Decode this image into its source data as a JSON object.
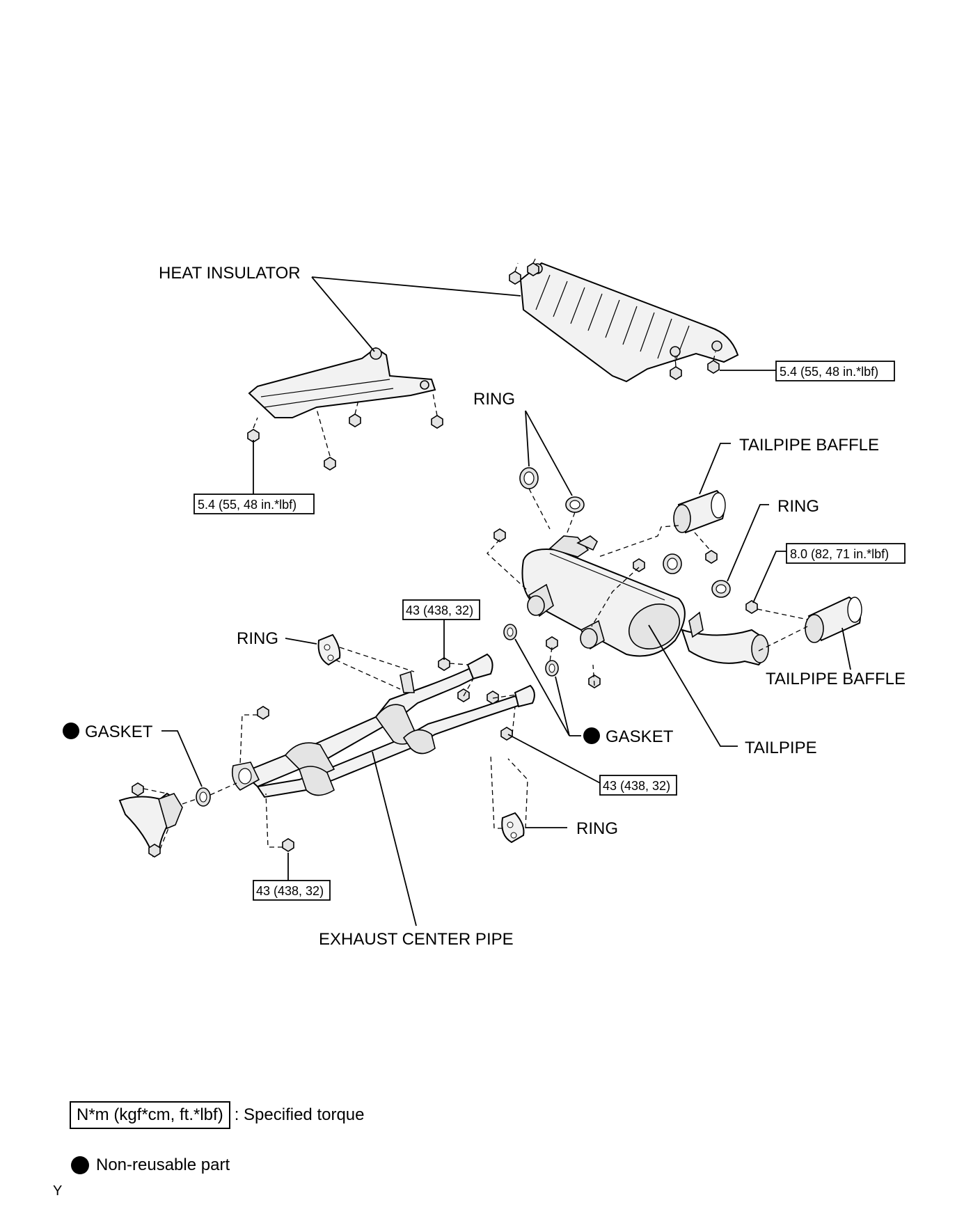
{
  "labels": {
    "heat_insulator": "HEAT INSULATOR",
    "ring_top": "RING",
    "tailpipe_baffle_top": "TAILPIPE BAFFLE",
    "ring_right": "RING",
    "ring_left": "RING",
    "gasket_left": "GASKET",
    "gasket_center": "GASKET",
    "tailpipe": "TAILPIPE",
    "tailpipe_baffle_bottom": "TAILPIPE BAFFLE",
    "ring_bottom": "RING",
    "exhaust_center_pipe": "EXHAUST CENTER PIPE"
  },
  "torques": {
    "heat_insulator_right": "5.4 (55, 48 in.*lbf)",
    "heat_insulator_left": "5.4 (55, 48 in.*lbf)",
    "tailpipe_baffle": "8.0 (82, 71 in.*lbf)",
    "center_pipe_upper": "43 (438, 32)",
    "center_pipe_right": "43 (438, 32)",
    "center_pipe_front": "43 (438, 32)"
  },
  "legend": {
    "torque_unit": "N*m (kgf*cm, ft.*lbf)",
    "torque_desc": ": Specified torque",
    "non_reusable": "Non-reusable part"
  },
  "corner_mark": "Y"
}
